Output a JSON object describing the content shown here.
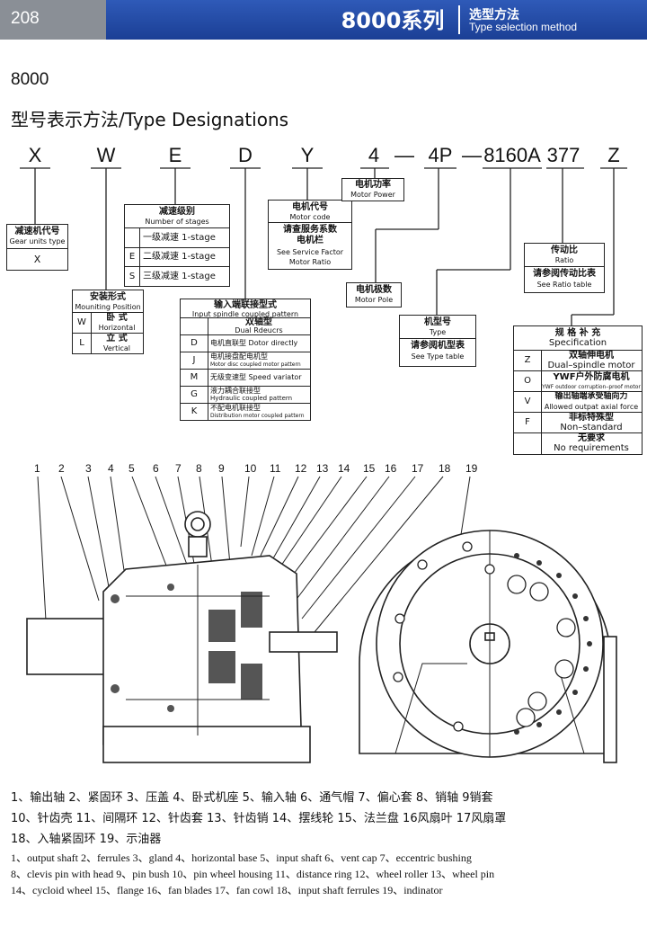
{
  "header": {
    "page_number": "208",
    "series": "8000系列",
    "section_cn": "选型方法",
    "section_en": "Type selection method",
    "colors": {
      "bar": "#1f4aa6",
      "page_tab": "#8a8f96"
    }
  },
  "heading": {
    "model": "8000",
    "title": "型号表示方法/Type  Designations"
  },
  "code": {
    "letters": [
      "X",
      "W",
      "E",
      "D",
      "Y",
      "4",
      "4P",
      "8160A",
      "377",
      "Z"
    ],
    "dash": "—"
  },
  "boxes": {
    "gear_units": {
      "cn": "减速机代号",
      "en": "Gear units type",
      "value": "X"
    },
    "mounting": {
      "cn": "安装形式",
      "en": "Mouniting Position",
      "rows": [
        {
          "code": "W",
          "cn": "卧  式",
          "en": "Horizontal"
        },
        {
          "code": "L",
          "cn": "立  式",
          "en": "Vertical"
        }
      ]
    },
    "stages": {
      "cn": "减速级别",
      "en": "Number of stages",
      "rows": [
        {
          "code": "",
          "text": "一级减速  1-stage"
        },
        {
          "code": "E",
          "text": "二级减速  1-stage"
        },
        {
          "code": "S",
          "text": "三级减速  1-stage"
        }
      ]
    },
    "input": {
      "cn": "输入端联接型式",
      "en": "Input spindle coupled pattern",
      "rows": [
        {
          "code": "",
          "cn": "双轴型",
          "en": "Dual Rdeucrs"
        },
        {
          "code": "D",
          "cn": "电机直联型 Dotor directly",
          "en": ""
        },
        {
          "code": "J",
          "cn": "电机接盘配电机型",
          "en": "Motor disc coupled motor pattern"
        },
        {
          "code": "M",
          "cn": "无级变速型 Speed variator",
          "en": ""
        },
        {
          "code": "G",
          "cn": "液力耦合联接型",
          "en": "Hydraulic coupled pattern"
        },
        {
          "code": "K",
          "cn": "不配电机联接型",
          "en": "Distribution motor coupled pattern"
        }
      ]
    },
    "motor_code": {
      "cn": "电机代号",
      "en": "Motor code",
      "cn2": "请查服务系数",
      "cn3": "电机栏",
      "en2": "See Service Factor",
      "en3": "Motor Ratio"
    },
    "motor_power": {
      "cn": "电机功率",
      "en": "Motor Power"
    },
    "motor_pole": {
      "cn": "电机极数",
      "en": "Motor Pole"
    },
    "type": {
      "cn": "机型号",
      "en": "Type",
      "cn2": "请参阅机型表",
      "en2": "See Type table"
    },
    "ratio": {
      "cn": "传动比",
      "en": "Ratio",
      "cn2": "请参阅传动比表",
      "en2": "See Ratio table"
    },
    "spec": {
      "cn": "规 格 补 充",
      "en": "Specification",
      "rows": [
        {
          "code": "Z",
          "cn": "双轴伸电机",
          "en": "Dual–spindle motor"
        },
        {
          "code": "O",
          "cn": "YWF户外防腐电机",
          "en": "YWF outdoor corruption–proof motor"
        },
        {
          "code": "V",
          "cn": "输出轴端承受轴向力",
          "en": "Allowed outpat axial force"
        },
        {
          "code": "F",
          "cn": "非标特殊型",
          "en": "Non–standard"
        },
        {
          "code": "",
          "cn": "无要求",
          "en": "No requirements"
        }
      ]
    }
  },
  "figure": {
    "part_numbers": [
      "1",
      "2",
      "3",
      "4",
      "5",
      "6",
      "7",
      "8",
      "9",
      "10",
      "11",
      "12",
      "13",
      "14",
      "15",
      "16",
      "17",
      "18",
      "19"
    ]
  },
  "captions": {
    "cn_line1": "1、输出轴  2、紧固环  3、压盖  4、卧式机座  5、输入轴  6、通气帽  7、偏心套  8、销轴  9销套",
    "cn_line2": "10、针齿壳  11、间隔环  12、针齿套  13、针齿销  14、摆线轮  15、法兰盘  16风扇叶  17风扇罩",
    "cn_line3": "18、入轴紧固环  19、示油器",
    "en_line1": "1、output shaft  2、ferrules  3、gland  4、horizontal base  5、input shaft  6、vent cap  7、eccentric bushing",
    "en_line2": "8、clevis pin with head  9、pin bush  10、pin wheel housing  11、distance ring  12、wheel roller  13、wheel pin",
    "en_line3": "14、cycloid wheel  15、flange  16、fan blades  17、fan cowl  18、input shaft ferrules  19、indinator"
  }
}
